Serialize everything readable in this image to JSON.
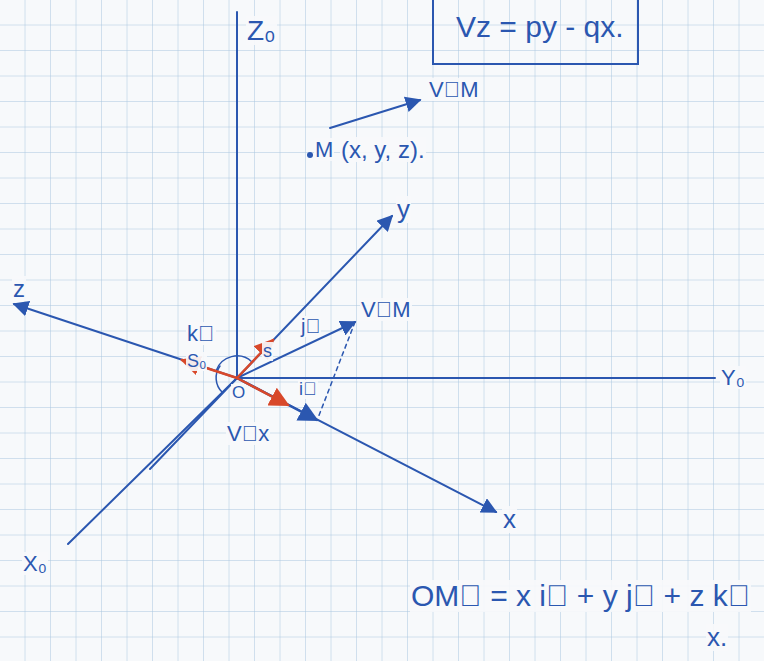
{
  "diagram": {
    "nodes": [
      {
        "text": [
          "Vz = py - qx."
        ]
      }
    ],
    "labels": [
      "Z₀",
      "V⃗M",
      "M",
      "(x, y, z).",
      "y",
      "z",
      "k⃗",
      "j⃗",
      "s",
      "V⃗M",
      "S₀",
      "O",
      "i⃗",
      "V⃗x",
      "x",
      "Y₀",
      "X₀",
      "OM⃗ = x i⃗ + y j⃗ + z k⃗",
      "x."
    ]
  }
}
